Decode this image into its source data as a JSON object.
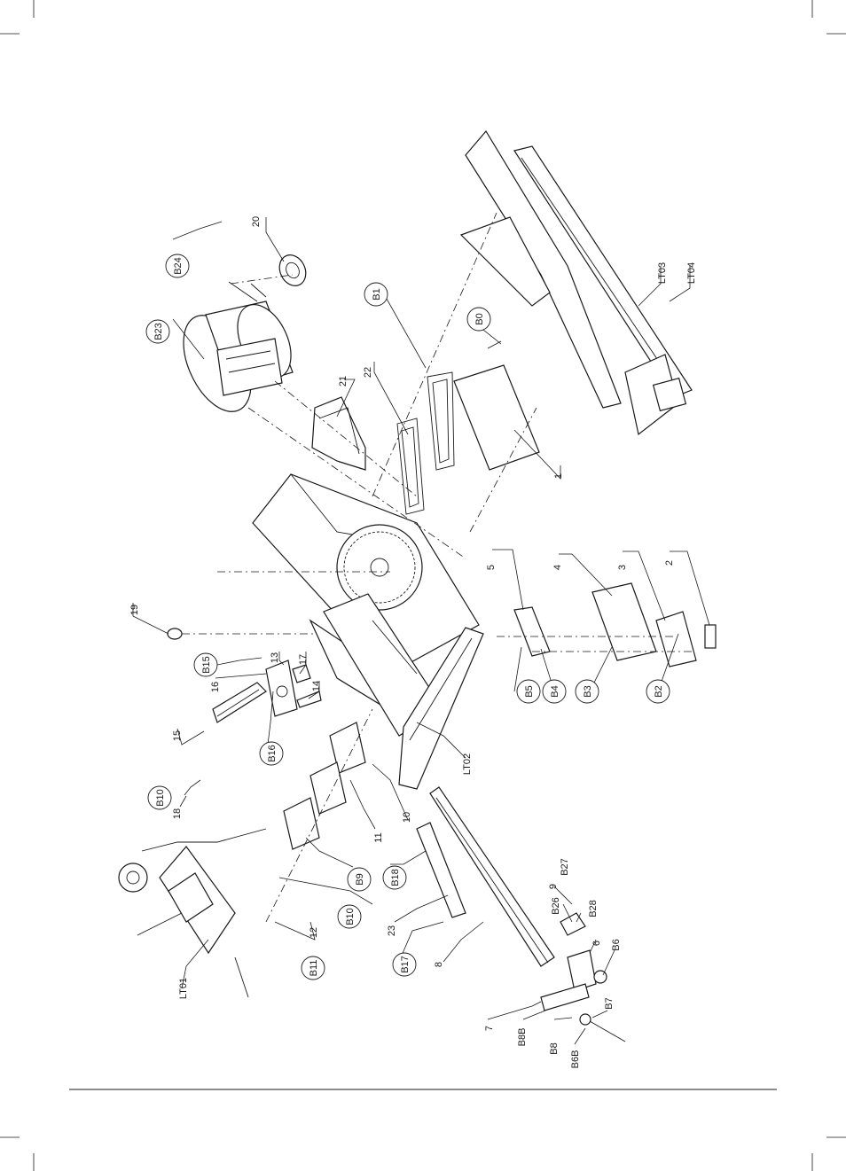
{
  "diagram": {
    "circled_labels": [
      "B24",
      "B23",
      "B1",
      "B0",
      "B15",
      "B16",
      "B10",
      "B9",
      "B10",
      "B11",
      "B18",
      "B17",
      "B5",
      "B4",
      "B3",
      "B2"
    ],
    "plain_labels": [
      "20",
      "21",
      "22",
      "1",
      "5",
      "4",
      "3",
      "2",
      "19",
      "16",
      "13",
      "17",
      "14",
      "15",
      "18",
      "LT01",
      "12",
      "10",
      "11",
      "23",
      "8",
      "B26",
      "9",
      "B27",
      "B28",
      "6",
      "B6",
      "7",
      "B8B",
      "B8",
      "B7",
      "B6B",
      "LT02",
      "LT03",
      "LT04"
    ]
  }
}
